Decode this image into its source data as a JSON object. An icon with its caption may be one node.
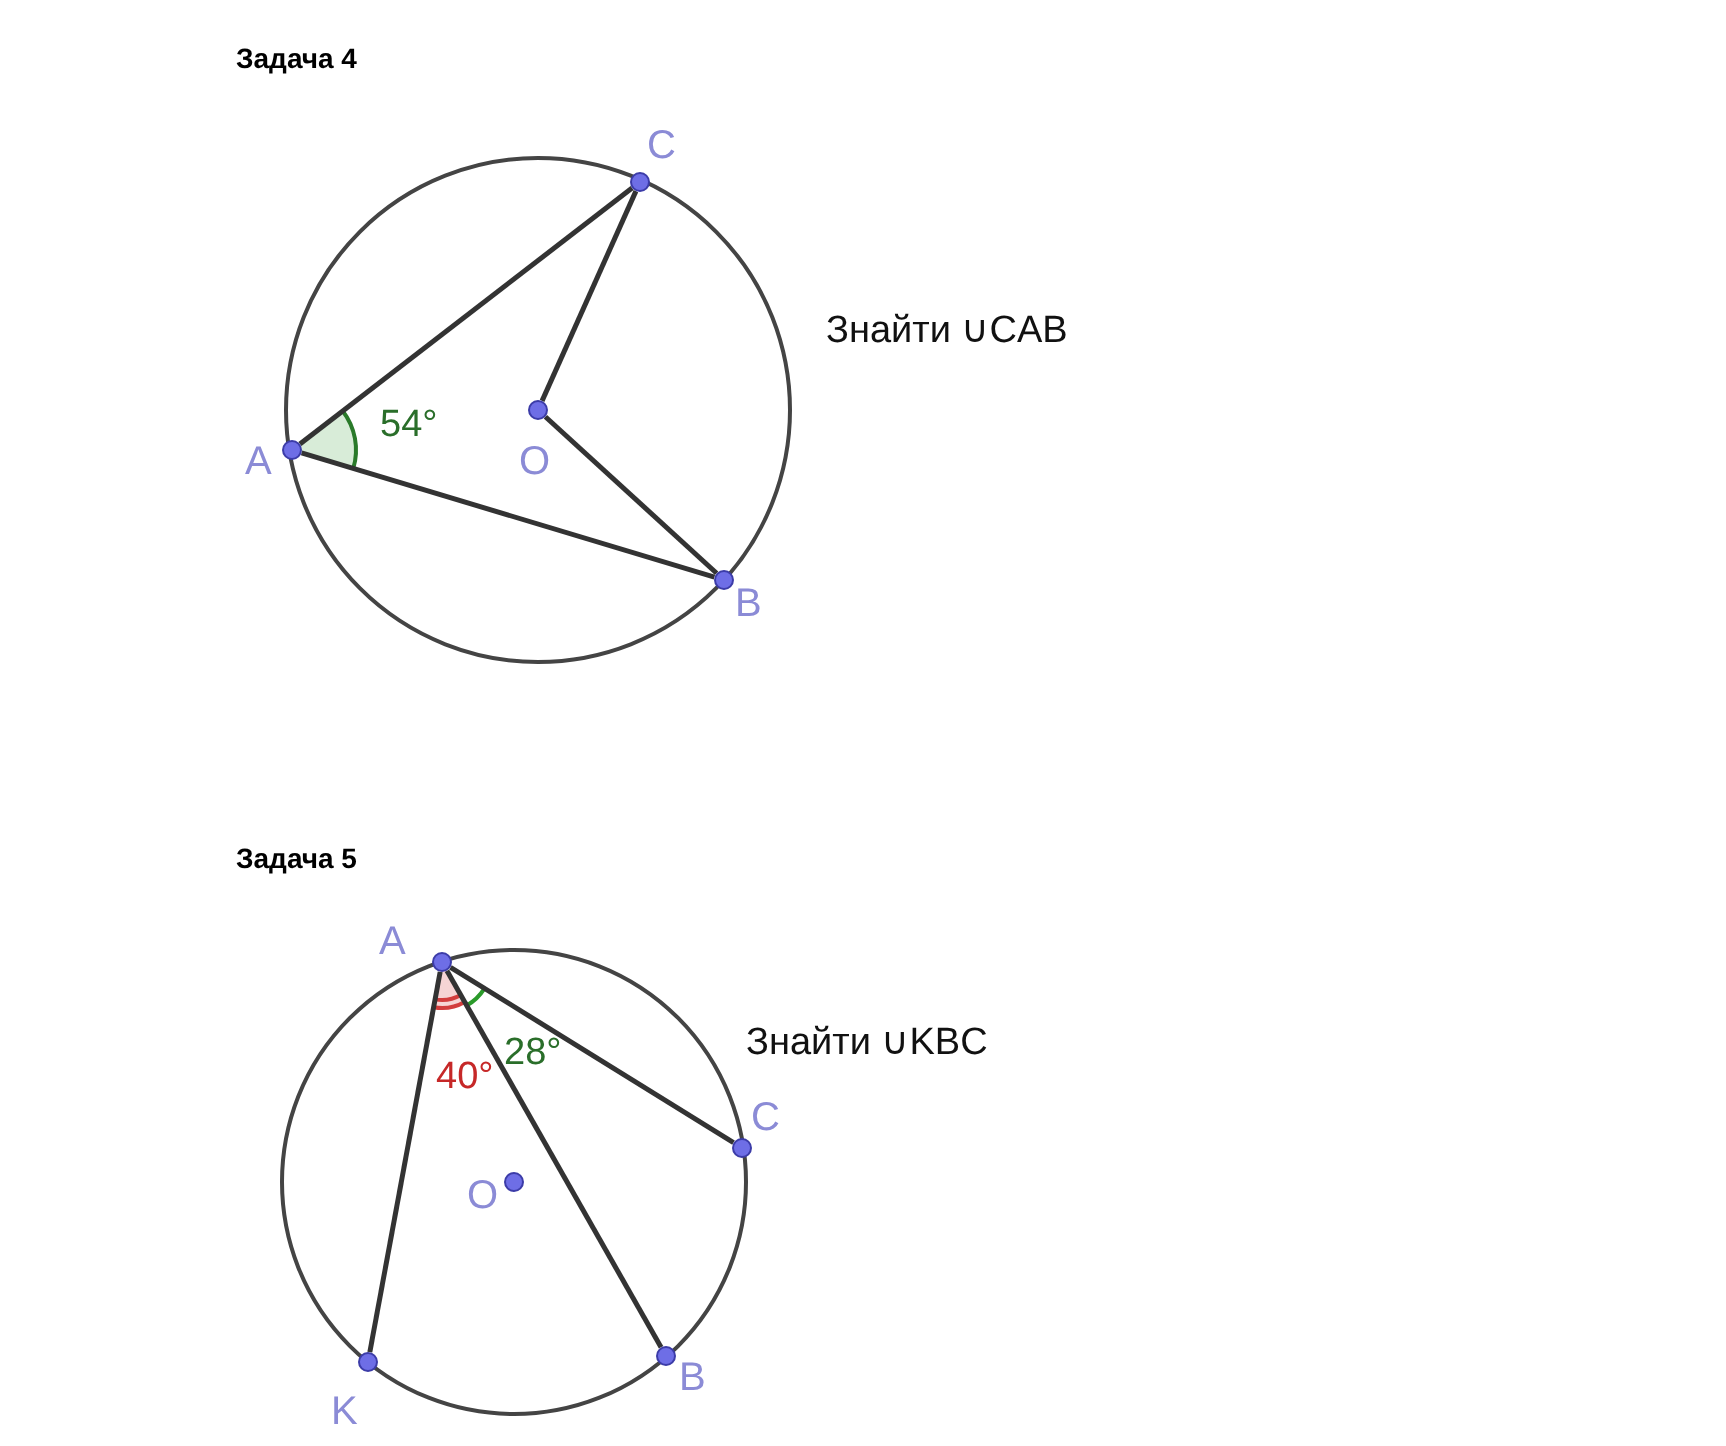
{
  "diagram": {
    "nodes": [
      {
        "text": [],
        "shape": "circle"
      },
      {
        "text": [],
        "shape": "circle",
        "beside": [
          "C"
        ],
        "in": 0
      },
      {
        "text": [],
        "shape": "circle",
        "beside": [
          "A"
        ],
        "in": 0
      },
      {
        "text": [],
        "shape": "circle",
        "beside": [
          "O"
        ],
        "in": 0
      },
      {
        "text": [],
        "shape": "circle",
        "beside": [
          "B"
        ],
        "in": 0
      },
      {
        "text": [],
        "shape": "circle"
      },
      {
        "text": [],
        "shape": "circle",
        "beside": [
          "A"
        ],
        "in": 5
      },
      {
        "text": [],
        "shape": "circle",
        "beside": [
          "C"
        ],
        "in": 5
      },
      {
        "text": [],
        "shape": "circle",
        "beside": [
          "O"
        ],
        "in": 5
      },
      {
        "text": [],
        "shape": "circle",
        "beside": [
          "K"
        ],
        "in": 5
      },
      {
        "text": [],
        "shape": "circle",
        "beside": [
          "B"
        ],
        "in": 5
      }
    ],
    "edges": [
      {
        "from": 2,
        "to": 1,
        "arrow": "none"
      },
      {
        "from": 1,
        "to": 3,
        "arrow": "none"
      },
      {
        "from": 3,
        "to": 4,
        "arrow": "none"
      },
      {
        "from": 2,
        "to": 4,
        "arrow": "none"
      },
      {
        "from": 6,
        "to": 9,
        "arrow": "none"
      },
      {
        "from": 6,
        "to": 10,
        "arrow": "none"
      },
      {
        "from": 6,
        "to": 7,
        "arrow": "none"
      }
    ],
    "labels": [
      "Задача 4",
      "Знайти ∪CAB",
      "54°",
      "Задача 5",
      "Знайти ∪KBC",
      "40°",
      "28°"
    ]
  }
}
